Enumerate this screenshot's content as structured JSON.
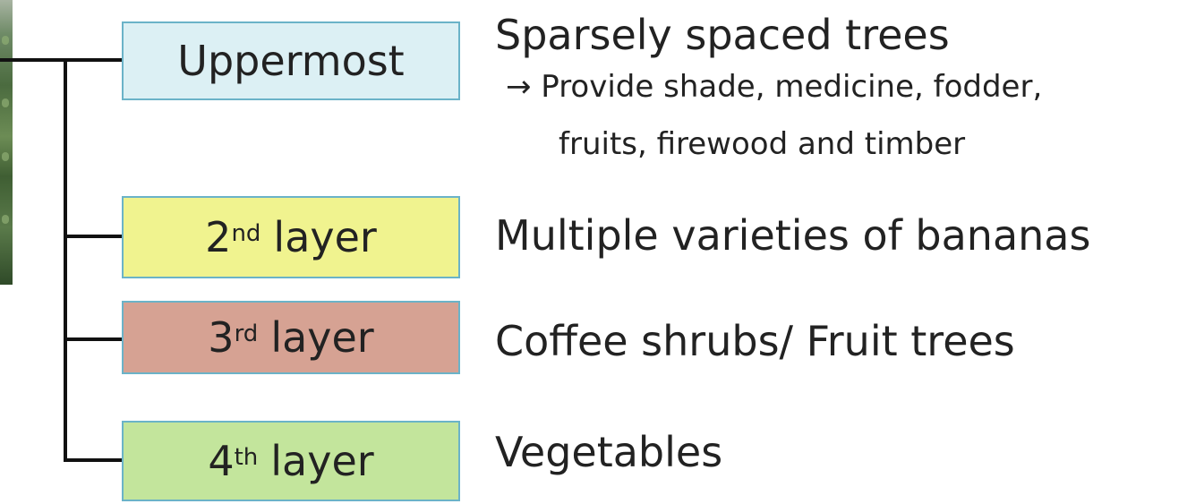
{
  "layers": [
    {
      "label": "Uppermost",
      "ordinal_number": "",
      "ordinal_suffix": "",
      "color": "#dcf0f4",
      "description": "Sparsely spaced trees",
      "details": [
        "→ Provide shade, medicine, fodder,",
        "fruits, firewood and timber"
      ]
    },
    {
      "label": "layer",
      "ordinal_number": "2",
      "ordinal_suffix": "nd",
      "color": "#f0f38f",
      "description": "Multiple varieties of bananas"
    },
    {
      "label": "layer",
      "ordinal_number": "3",
      "ordinal_suffix": "rd",
      "color": "#d6a293",
      "description": "Coffee shrubs/ Fruit trees"
    },
    {
      "label": "layer",
      "ordinal_number": "4",
      "ordinal_suffix": "th",
      "color": "#c3e59c",
      "description": "Vegetables"
    }
  ]
}
